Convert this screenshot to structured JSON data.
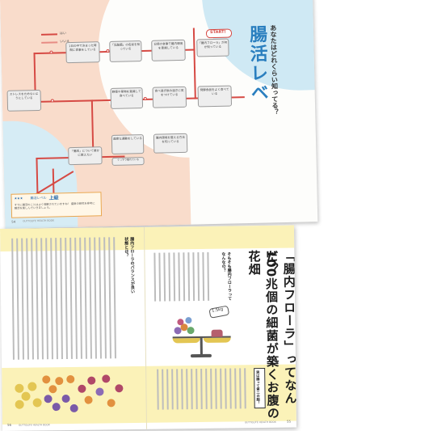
{
  "back_page": {
    "heading_vertical": "腸活レベ",
    "subheading_vertical": "あなたはどれくらい知ってる？",
    "legend_yes": "はい",
    "legend_no": "いいえ",
    "start_label": "START!",
    "flow_boxes": [
      "「腸内フローラ」が何か知っている",
      "日頃の食事で腸内環境を意識している",
      "「乳酸菌」の名前を知っている",
      "1日の中で決まった時間に食事をしている",
      "発酵食品をよく食べている",
      "食べ過ぎ飲み過ぎに気をつけている",
      "野菜や果物を意識して食べている",
      "ストレスをためないようにしている",
      "腸内環境を整える方法を知っている",
      "適度な運動をしている",
      "「腸活」について誰かに教えたい",
      "ぐっすり眠れている"
    ],
    "level_label": "腸活レベル",
    "level_value": "上級",
    "level_note": "すでに腸活のことはよく理解されていますね！ 最新の研究を参考に腸活を楽しんでいきましょう。",
    "page_number": "54",
    "footer": "GUTTOLIFE HEALTH BOOK"
  },
  "front_page": {
    "title_vertical_1": "「腸内フローラ」ってなんだ？",
    "title_vertical_2": "100兆個の細菌が築くお腹の花畑",
    "section_heading_1": "そもそも腸内フローラってなんなの？",
    "section_heading_2": "腸内フローラのバランスが良い状態とは？",
    "callout": "実は腸って第二の脳！",
    "weight_tag": "1.5kg",
    "page_left": "56",
    "page_right": "55",
    "footer_left": "GUTTOLIFE HEALTH BOOK",
    "footer_right": "GUTTOLIFE HEALTH BOOK"
  }
}
